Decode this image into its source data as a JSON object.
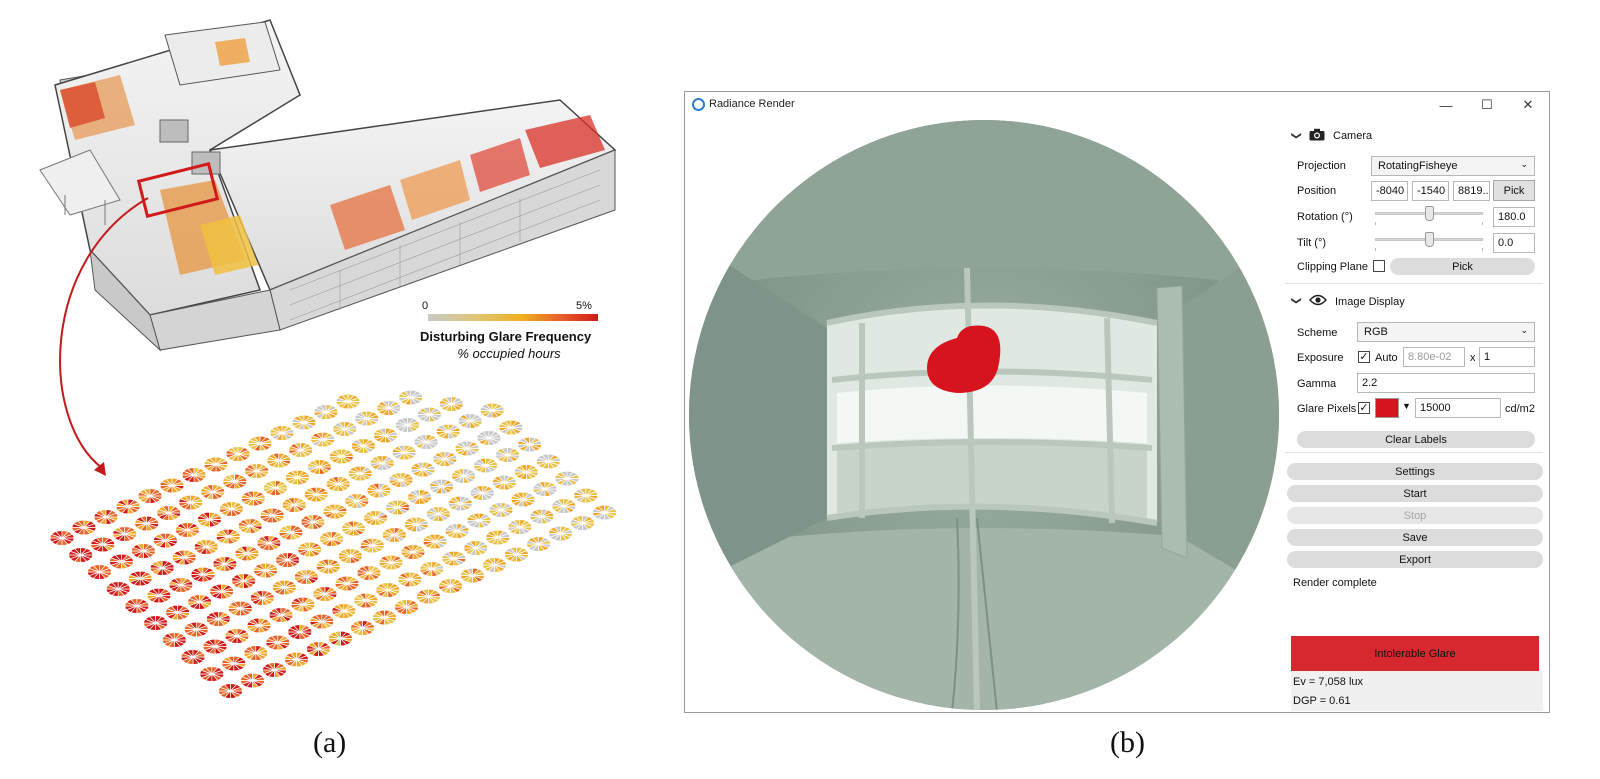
{
  "panel_a": {
    "legend_min": "0",
    "legend_max": "5%",
    "legend_title": "Disturbing Glare Frequency",
    "legend_subtitle": "% occupied hours",
    "highlight_color": "#d11a1a",
    "caption": "(a)"
  },
  "panel_b": {
    "caption": "(b)",
    "window": {
      "title": "Radiance Render",
      "minimize_glyph": "—",
      "maximize_glyph": "☐",
      "close_glyph": "✕"
    },
    "camera": {
      "header": "Camera",
      "projection_label": "Projection",
      "projection_value": "RotatingFisheye",
      "position_label": "Position",
      "position_x": "-8040",
      "position_y": "-1540",
      "position_z": "8819..",
      "pick_label": "Pick",
      "rotation_label": "Rotation (°)",
      "rotation_value": "180.0",
      "rotation_fraction": 0.5,
      "tilt_label": "Tilt (°)",
      "tilt_value": "0.0",
      "tilt_fraction": 0.5,
      "clipping_label": "Clipping Plane",
      "clipping_checked": false,
      "clipping_pick_label": "Pick"
    },
    "image_display": {
      "header": "Image Display",
      "scheme_label": "Scheme",
      "scheme_value": "RGB",
      "exposure_label": "Exposure",
      "exposure_auto_label": "Auto",
      "exposure_auto_checked": true,
      "exposure_value": "8.80e-02",
      "exposure_times": "x",
      "exposure_multiplier": "1",
      "gamma_label": "Gamma",
      "gamma_value": "2.2",
      "glare_pixels_label": "Glare Pixels",
      "glare_pixels_checked": true,
      "glare_color": "#d7141e",
      "glare_threshold": "15000",
      "glare_unit": "cd/m2",
      "clear_labels": "Clear Labels"
    },
    "actions": {
      "settings": "Settings",
      "start": "Start",
      "stop": "Stop",
      "save": "Save",
      "export": "Export"
    },
    "status": "Render complete",
    "glare_banner": "Intolerable Glare",
    "glare_banner_color": "#d7282f",
    "ev": "Ev = 7,058 lux",
    "dgp": "DGP = 0.61"
  }
}
